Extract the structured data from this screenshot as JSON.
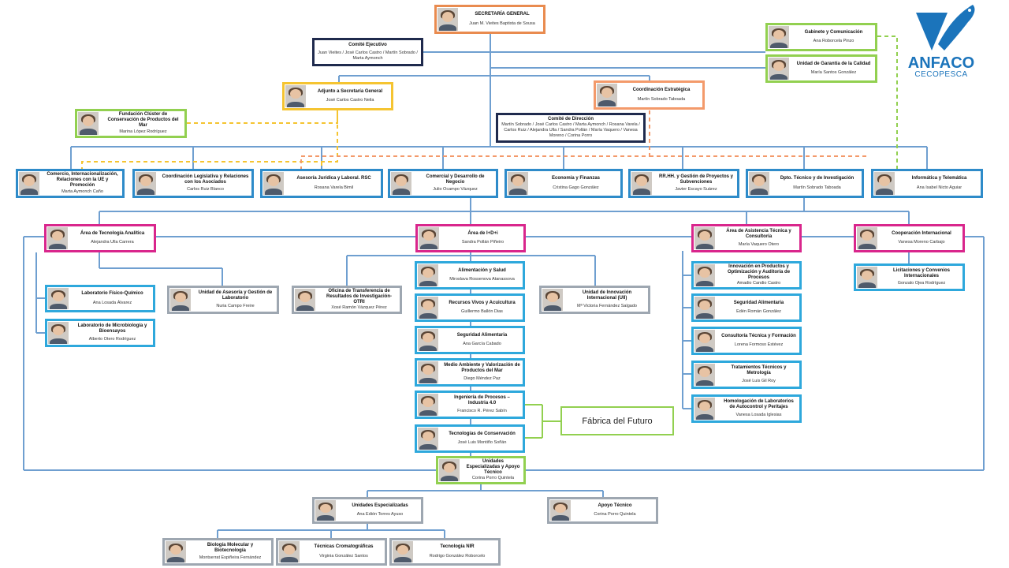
{
  "logo": {
    "brand": "ANFACO",
    "sub": "CECOPESCA",
    "color": "#1b74bb"
  },
  "fabrica_label": "Fábrica del Futuro",
  "colors": {
    "blue": "#2e8bc9",
    "orange": "#f39a6b",
    "gold": "#f5c431",
    "green": "#92d050",
    "pink": "#d9268c",
    "navy": "#1f2a4d",
    "gray": "#9ea7b1"
  },
  "nodes": {
    "secretaria": {
      "title": "SECRETARÍA GENERAL",
      "person": "Juan M. Vieites Baptista de Sousa"
    },
    "comite_ejecutivo": {
      "title": "Comité Ejecutivo",
      "person": "Juan Vieites / José Carlos Castro / Martín Sobrado / Marta Aymonch"
    },
    "gabinete": {
      "title": "Gabinete y Comunicación",
      "person": "Ana Roborcela Pinzo"
    },
    "garantia": {
      "title": "Unidad de Garantía de la Calidad",
      "person": "María Santos González"
    },
    "adjunto": {
      "title": "Adjunto a Secretaría General",
      "person": "José Carlos Castro Neila"
    },
    "coord_estrategica": {
      "title": "Coordinación Estratégica",
      "person": "Martín Sobrado Taboada"
    },
    "fundacion": {
      "title": "Fundación Clúster de Conservación de Productos del Mar",
      "person": "Marina López Rodríguez"
    },
    "comite_direccion": {
      "title": "Comité de Dirección",
      "person": "Martín Sobrado / José Carlos Castro / Marta Aymonch / Rosana Varela / Carlos Ruiz / Alejandra Ulla / Sandra Pollán / María Vaquero / Vanesa Moreno / Corina Porro"
    },
    "comercio": {
      "title": "Comercio, Internacionalización, Relaciones con la UE y Promoción",
      "person": "Marta Aymonch Caño"
    },
    "coord_legislativa": {
      "title": "Coordinación Legislativa y Relaciones con los Asociados",
      "person": "Carlos Ruiz Blanco"
    },
    "asesoria": {
      "title": "Asesoría Jurídica y Laboral. RSC",
      "person": "Rosana Varela Bimil"
    },
    "comercial": {
      "title": "Comercial y Desarrollo de Negocio",
      "person": "Julio Ocampo Vázquez"
    },
    "economia": {
      "title": "Economía y Finanzas",
      "person": "Cristina Gago González"
    },
    "rrhh": {
      "title": "RR.HH. y Gestión de Proyectos y Subvenciones",
      "person": "Javier Escayo Suárez"
    },
    "dpto_tecnico": {
      "title": "Dpto. Técnico y de Investigación",
      "person": "Martín Sobrado Taboada"
    },
    "informatica": {
      "title": "Informática y Telemática",
      "person": "Ana Isabel Nicto Aguiar"
    },
    "area_analitica": {
      "title": "Área de Tecnología Analítica",
      "person": "Alejandra Ulla Carrera"
    },
    "area_idi": {
      "title": "Área de I+D+i",
      "person": "Sandra Pollán Piñeiro"
    },
    "area_asistencia": {
      "title": "Área de Asistencia Técnica y Consultoría",
      "person": "María Vaquero Otero"
    },
    "cooperacion": {
      "title": "Cooperación Internacional",
      "person": "Vanesa Moreno Carbajo"
    },
    "lab_fisico": {
      "title": "Laboratorio Físico-Químico",
      "person": "Ana Losada Álvarez"
    },
    "unidad_asesoria": {
      "title": "Unidad de Asesoría y Gestión de Laboratorio",
      "person": "Nuria Campo Freire"
    },
    "lab_micro": {
      "title": "Laboratorio de Microbiología y Bioensayos",
      "person": "Alberto Otero Rodríguez"
    },
    "otri": {
      "title": "Oficina de Transferencia de Resultados de Investigación-OTRI",
      "person": "Xosé Ramón Vázquez Pérez"
    },
    "alimentacion": {
      "title": "Alimentación y Salud",
      "person": "Miroslava Rossenova Atanassova"
    },
    "recursos": {
      "title": "Recursos Vivos y Acuicultura",
      "person": "Guillermo Ballón Dias"
    },
    "seguridad_idi": {
      "title": "Seguridad Alimentaria",
      "person": "Ana García Cabado"
    },
    "medio_ambiente": {
      "title": "Medio Ambiente y Valorización de Productos del Mar",
      "person": "Diego Méndez Paz"
    },
    "ingenieria": {
      "title": "Ingeniería de Procesos – Industria 4.0",
      "person": "Francisco R. Pérez Sabín"
    },
    "tecnologias": {
      "title": "Tecnologías de Conservación",
      "person": "José Luis Montiño Soñán"
    },
    "unidad_innovacion": {
      "title": "Unidad de Innovación Internacional (UII)",
      "person": "Mª Victoria Fernández Salgado"
    },
    "innovacion_productos": {
      "title": "Innovación en Productos y Optimización y Auditoría de Procesos",
      "person": "Amadio Candio Castro"
    },
    "seguridad_asist": {
      "title": "Seguridad Alimentaria",
      "person": "Edén Román González"
    },
    "consultoria": {
      "title": "Consultoría Técnica y Formación",
      "person": "Lorena Formoso Estévez"
    },
    "tratamientos": {
      "title": "Tratamientos Técnicos y Metrología",
      "person": "José Luis Gil Roy"
    },
    "homologacion": {
      "title": "Homologación de Laboratorios de Autocontrol y Peritajes",
      "person": "Vanesa Losada Iglesias"
    },
    "licitaciones": {
      "title": "Licitaciones y Convenios Internacionales",
      "person": "Gonzalo Ojea Rodríguez"
    },
    "unidades_apoyo": {
      "title": "Unidades Especializadas y Apoyo Técnico",
      "person": "Corina Porro Quintela"
    },
    "unidades_esp": {
      "title": "Unidades Especializadas",
      "person": "Ana Edión Torres Ayuso"
    },
    "apoyo_tecnico": {
      "title": "Apoyo Técnico",
      "person": "Corina Porro Quintela"
    },
    "biologia": {
      "title": "Biología Molecular y Biotecnología",
      "person": "Montserrat Espiñeira Fernández"
    },
    "cromatograficas": {
      "title": "Técnicas Cromatográficas",
      "person": "Virginia González Santos"
    },
    "tecnologia_nir": {
      "title": "Tecnología NIR",
      "person": "Rodrigo González Roborcelo"
    }
  }
}
